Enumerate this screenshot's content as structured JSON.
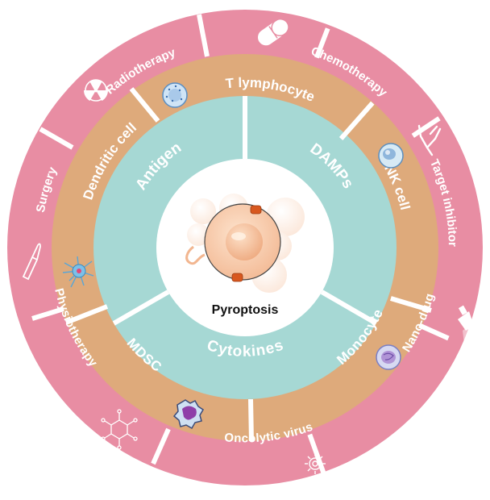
{
  "center": {
    "label": "Pyroptosis"
  },
  "inner_ring": {
    "items": [
      {
        "label": "Antigen"
      },
      {
        "label": "DAMPs"
      },
      {
        "label": "Cytokines"
      }
    ]
  },
  "middle_ring": {
    "items": [
      {
        "label": "T lymphocyte",
        "icon": "t-lymphocyte-cell-icon"
      },
      {
        "label": "NK cell",
        "icon": "nk-cell-icon"
      },
      {
        "label": "MDSC",
        "icon": "mdsc-cell-icon"
      },
      {
        "label": "Monocyte",
        "icon": "monocyte-cell-icon"
      },
      {
        "label": "Dendritic cell",
        "icon": "dendritic-cell-icon"
      }
    ]
  },
  "outer_ring": {
    "items": [
      {
        "label": "Chemotherapy",
        "icon": "capsule-icon"
      },
      {
        "label": "Target inhibitor",
        "icon": "antibody-icon"
      },
      {
        "label": "Physiotherapy",
        "icon": "flashlight-icon"
      },
      {
        "label": "Oncolytic virus",
        "icon": "virus-icon"
      },
      {
        "label": "Nano-drug",
        "icon": "nanoparticle-icon"
      },
      {
        "label": "Surgery",
        "icon": "scalpel-icon"
      },
      {
        "label": "Radiotherapy",
        "icon": "radiation-icon"
      }
    ]
  },
  "colors": {
    "outer": "#e88da3",
    "middle": "#deaa7b",
    "inner": "#a6d8d4",
    "separator": "#ffffff",
    "ring_text": "#ffffff",
    "center_text": "#111111"
  }
}
